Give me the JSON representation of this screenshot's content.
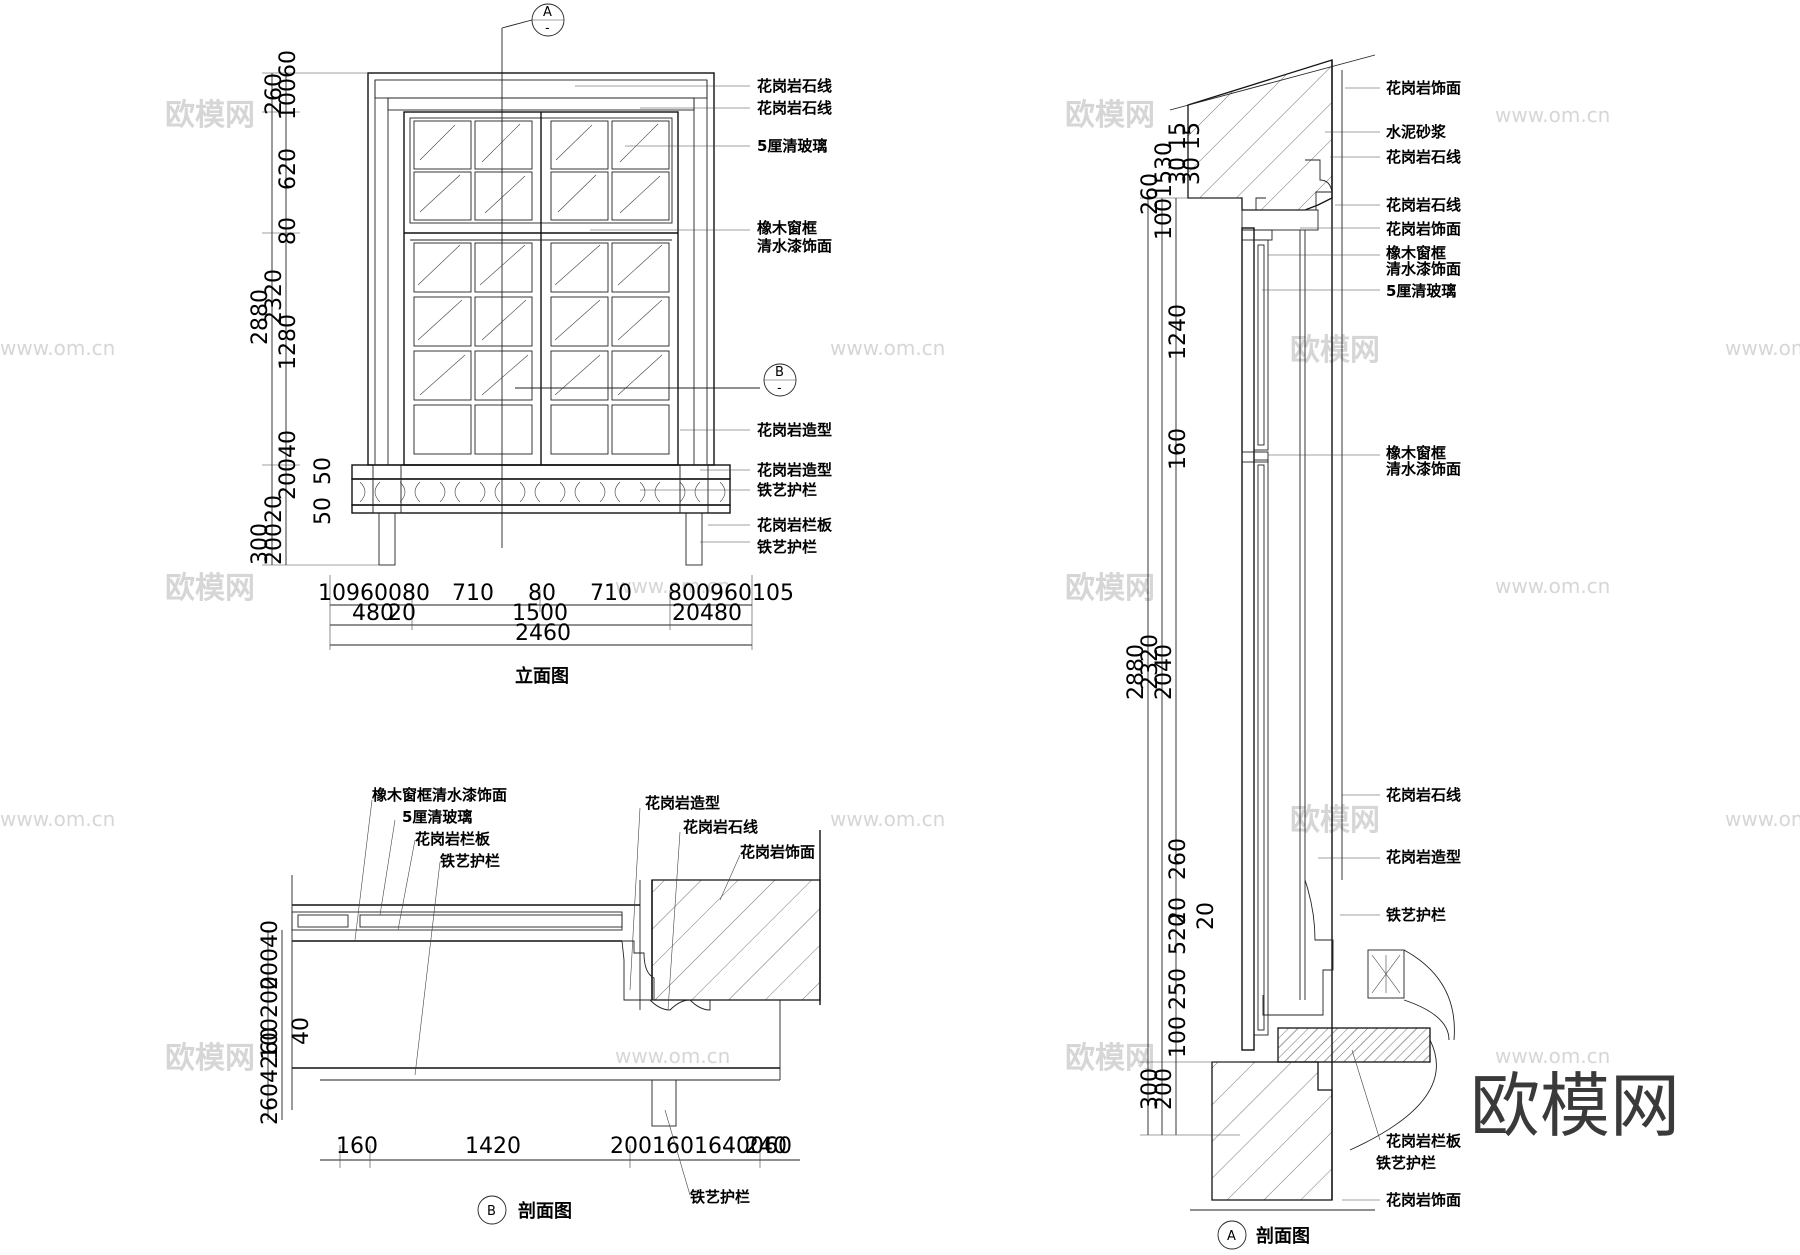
{
  "watermark": {
    "brand": "欧模网",
    "url": "www.om.cn"
  },
  "elevation": {
    "caption": "立面图",
    "section_tag_a": "A",
    "section_tag_b": "B",
    "tag_sub": "-",
    "labels": [
      "花岗岩石线",
      "花岗岩石线",
      "5厘清玻璃",
      "橡木窗框",
      "清水漆饰面",
      "花岗岩造型",
      "花岗岩造型",
      "铁艺护栏",
      "花岗岩栏板",
      "铁艺护栏"
    ],
    "dims_vertical_left": [
      "260",
      "10060",
      "620",
      "80",
      "2880",
      "2320",
      "1280",
      "20040",
      "300",
      "20020"
    ],
    "dims_vertical_right": [
      "50",
      "50"
    ],
    "dims_bottom_row1": [
      "10960080",
      "710",
      "80",
      "710",
      "800960105"
    ],
    "dims_bottom_row2": [
      "480",
      "20",
      "1500",
      "20",
      "480"
    ],
    "dims_bottom_row3": [
      "2460"
    ]
  },
  "section_a": {
    "caption": "剖面图",
    "tag": "A",
    "labels": [
      "花岗岩饰面",
      "水泥砂浆",
      "花岗岩石线",
      "花岗岩石线",
      "花岗岩饰面",
      "橡木窗框",
      "清水漆饰面",
      "5厘清玻璃",
      "橡木窗框",
      "清水漆饰面",
      "花岗岩石线",
      "花岗岩造型",
      "铁艺护栏",
      "花岗岩栏板",
      "铁艺护栏",
      "花岗岩饰面"
    ],
    "dims_top": [
      "260",
      "1001530",
      "30 15",
      "30 15"
    ],
    "dims_left": [
      "1240",
      "160",
      "2880",
      "2320",
      "2040",
      "260",
      "20",
      "520",
      "250",
      "100",
      "300",
      "200"
    ]
  },
  "section_b": {
    "caption": "剖面图",
    "tag": "B",
    "labels": [
      "橡木窗框清水漆饰面",
      "5厘清玻璃",
      "花岗岩栏板",
      "铁艺护栏",
      "花岗岩造型",
      "花岗岩石线",
      "花岗岩饰面",
      "铁艺护栏"
    ],
    "dims_left": [
      "20040",
      "100200",
      "40",
      "2604260"
    ],
    "dims_bottom": [
      "160",
      "1420",
      "2001601640060",
      "240"
    ]
  }
}
